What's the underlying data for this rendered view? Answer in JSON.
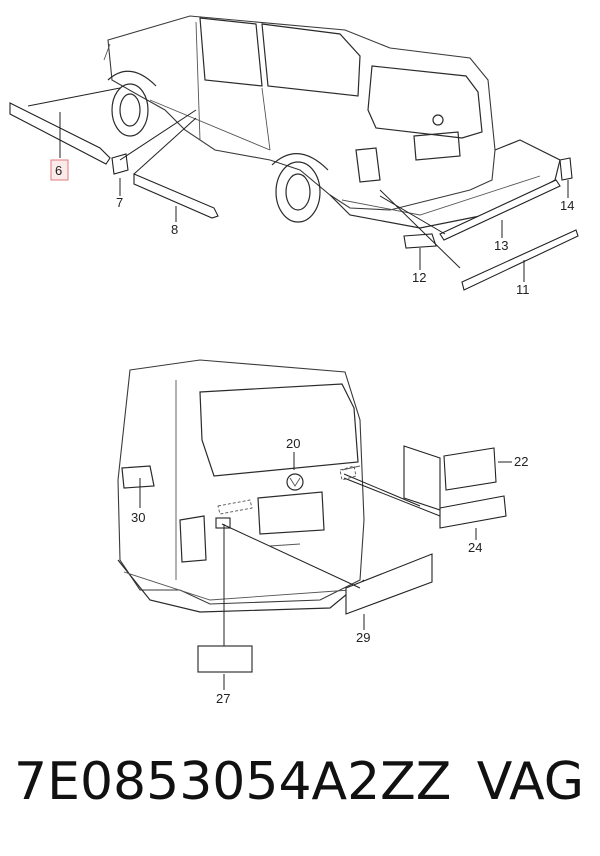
{
  "callouts": {
    "top": [
      "6",
      "7",
      "8",
      "14",
      "13",
      "12",
      "11"
    ],
    "bottom": [
      "20",
      "22",
      "24",
      "30",
      "29",
      "27"
    ]
  },
  "footer": {
    "part_number": "7E0853054A2ZZ",
    "brand": "VAG"
  },
  "colors": {
    "highlight_box": "#e07a7a",
    "line": "#2b2b2b"
  }
}
